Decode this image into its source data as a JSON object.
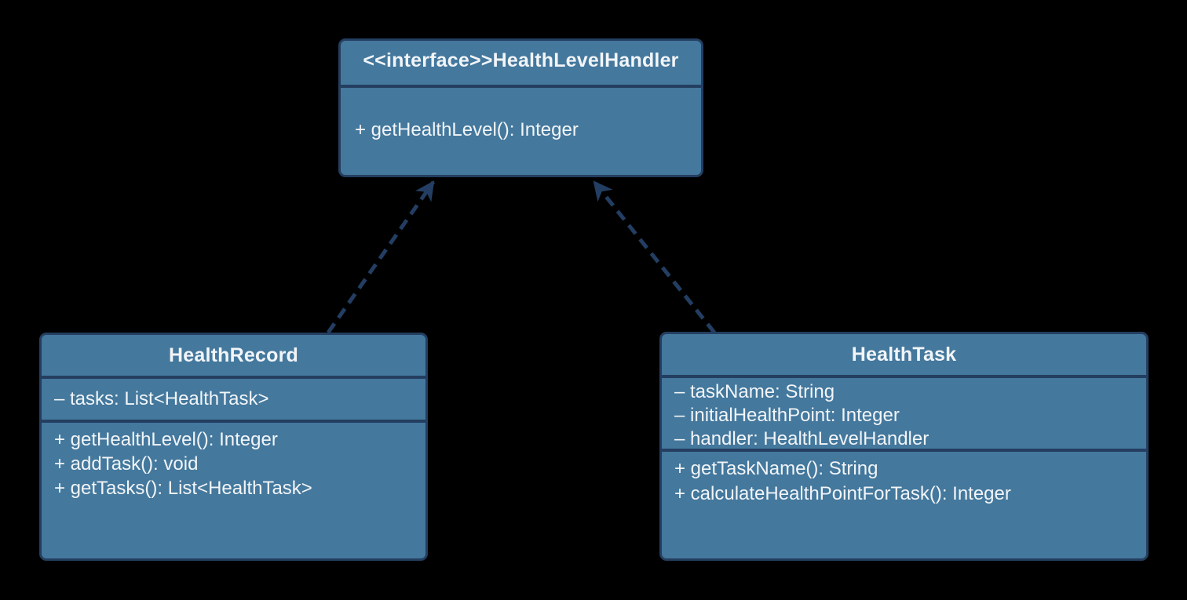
{
  "colors": {
    "background": "#000000",
    "box_fill": "#44789D",
    "box_border": "#243E60",
    "arrow": "#233E62",
    "text": "#F2F5F8"
  },
  "classes": [
    {
      "name": "<<interface>>HealthLevelHandler",
      "stereotype": "interface",
      "attributes": [],
      "methods": [
        "+ getHealthLevel(): Integer"
      ]
    },
    {
      "name": "HealthRecord",
      "attributes": [
        "– tasks: List<HealthTask>"
      ],
      "methods": [
        "+ getHealthLevel(): Integer",
        "+ addTask(): void",
        "+ getTasks(): List<HealthTask>"
      ]
    },
    {
      "name": "HealthTask",
      "attributes": [
        "– taskName: String",
        "– initialHealthPoint: Integer",
        "– handler: HealthLevelHandler"
      ],
      "methods": [
        "+ getTaskName(): String",
        "+ calculateHealthPointForTask(): Integer"
      ]
    }
  ],
  "relations": [
    {
      "from": "HealthRecord",
      "to": "HealthLevelHandler",
      "type": "realization",
      "line": "dashed",
      "head": "filled-arrow"
    },
    {
      "from": "HealthTask",
      "to": "HealthLevelHandler",
      "type": "realization",
      "line": "dashed",
      "head": "filled-arrow"
    }
  ]
}
